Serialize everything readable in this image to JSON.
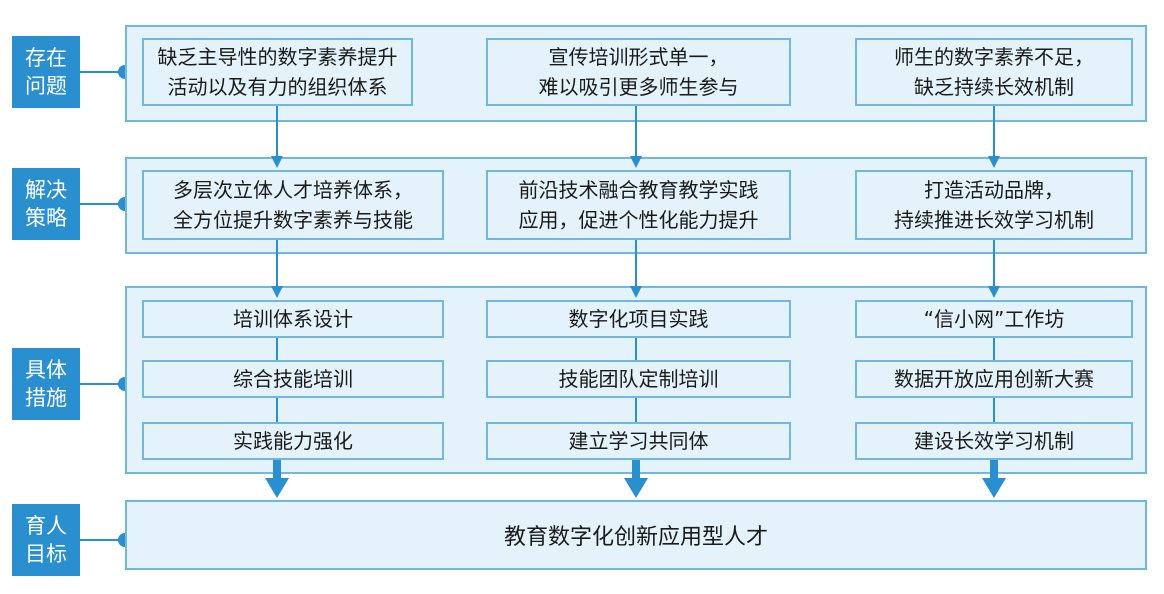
{
  "colors": {
    "accent": "#2a8fcf",
    "border": "#72b7dd",
    "fill": "#e4f3fb"
  },
  "rows": [
    {
      "label": [
        "存在",
        "问题"
      ],
      "items": [
        {
          "lines": [
            "缺乏主导性的数字素养提升",
            "活动以及有力的组织体系"
          ]
        },
        {
          "lines": [
            "宣传培训形式单一，",
            "难以吸引更多师生参与"
          ]
        },
        {
          "lines": [
            "师生的数字素养不足，",
            "缺乏持续长效机制"
          ]
        }
      ]
    },
    {
      "label": [
        "解决",
        "策略"
      ],
      "items": [
        {
          "lines": [
            "多层次立体人才培养体系，",
            "全方位提升数字素养与技能"
          ]
        },
        {
          "lines": [
            "前沿技术融合教育教学实践",
            "应用，促进个性化能力提升"
          ]
        },
        {
          "lines": [
            "打造活动品牌，",
            "持续推进长效学习机制"
          ]
        }
      ]
    },
    {
      "label": [
        "具体",
        "措施"
      ],
      "columns": [
        [
          "培训体系设计",
          "综合技能培训",
          "实践能力强化"
        ],
        [
          "数字化项目实践",
          "技能团队定制培训",
          "建立学习共同体"
        ],
        [
          "“信小网”工作坊",
          "数据开放应用创新大赛",
          "建设长效学习机制"
        ]
      ]
    },
    {
      "label": [
        "育人",
        "目标"
      ],
      "goal": "教育数字化创新应用型人才"
    }
  ]
}
